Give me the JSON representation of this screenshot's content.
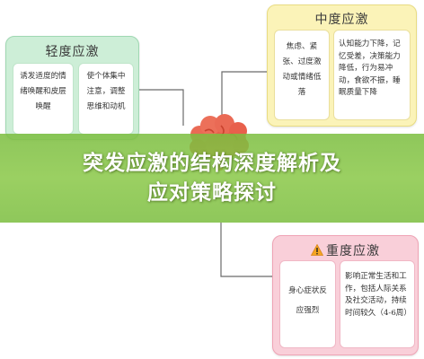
{
  "colors": {
    "mild_bg": "#cdeed7",
    "moderate_bg": "#fbf3b8",
    "severe_bg": "#f9cfd9",
    "banner": "#86c748",
    "connector": "#6a6a6a",
    "brain": "#e8604c"
  },
  "mild": {
    "title": "轻度应激",
    "card_left": "诱发适度的情绪唤醒和皮层唤醒",
    "card_right": "使个体集中注意，调整思维和动机"
  },
  "moderate": {
    "title": "中度应激",
    "card_left": "焦虑、紧张、过度激动或情绪低落",
    "card_right": "认知能力下降，记忆受差，决策能力降低，行为易冲动，食欲不振，睡眠质量下降"
  },
  "severe": {
    "icon": "warning-icon",
    "title": "重度应激",
    "card_left": "身心症状反应强烈",
    "card_right": "影响正常生活和工作，包括人际关系及社交活动，持续时间较久（4-6周）"
  },
  "center": {
    "icon": "brain-icon"
  },
  "banner": {
    "line1": "突发应激的结构深度解析及",
    "line2": "应对策略探讨"
  }
}
